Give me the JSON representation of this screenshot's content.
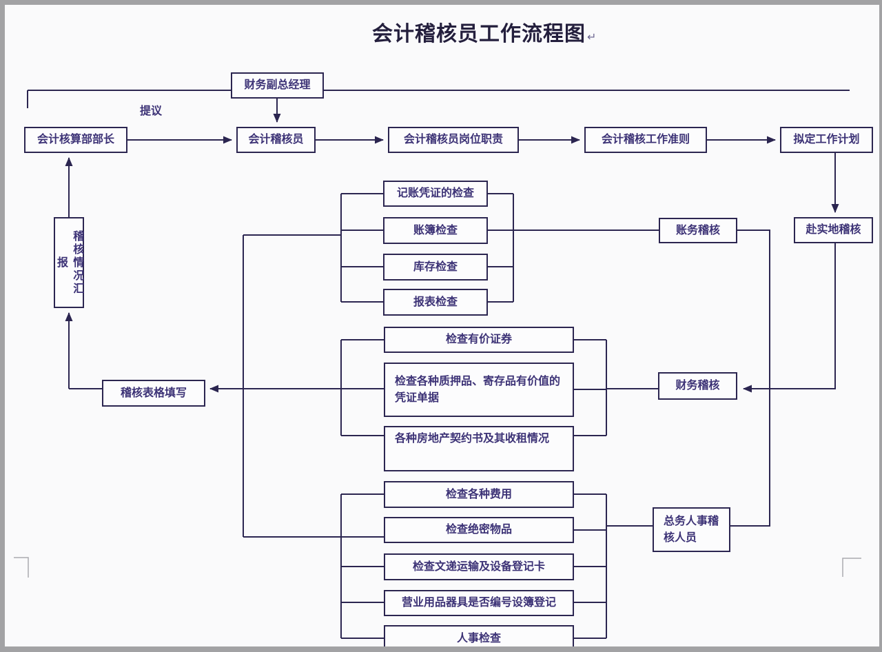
{
  "page": {
    "title": "会计稽核员工作流程图",
    "title_mark": "↵"
  },
  "labels": {
    "proposal": "提议"
  },
  "boxes": {
    "finance_deputy_gm": "财务副总经理",
    "accounting_dept_head": "会计核算部部长",
    "accounting_auditor": "会计稽核员",
    "auditor_job_duties": "会计稽核员岗位职责",
    "audit_work_standards": "会计稽核工作准则",
    "draw_up_work_plan": "拟定工作计划",
    "field_audit": "赴实地稽核",
    "audit_situation_report": "稽核情况汇报",
    "account_audit": "账务稽核",
    "financial_audit": "财务稽核",
    "general_affairs_personnel_auditor": "总务人事稽核人员",
    "audit_form_filling": "稽核表格填写",
    "group1": [
      "记账凭证的检查",
      "账簿检查",
      "库存检查",
      "报表检查"
    ],
    "group2": [
      "检查有价证券",
      "检查各种质押品、寄存品有价值的凭证单据",
      "各种房地产契约书及其收租情况"
    ],
    "group3": [
      "检查各种费用",
      "检查绝密物品",
      "检查文递运输及设备登记卡",
      "营业用品器具是否编号设簿登记",
      "人事检查"
    ]
  },
  "colors": {
    "ink": "#2b2550",
    "text": "#3c3276",
    "page_bg": "#fafafb",
    "canvas_bg": "#a2a2a4"
  }
}
